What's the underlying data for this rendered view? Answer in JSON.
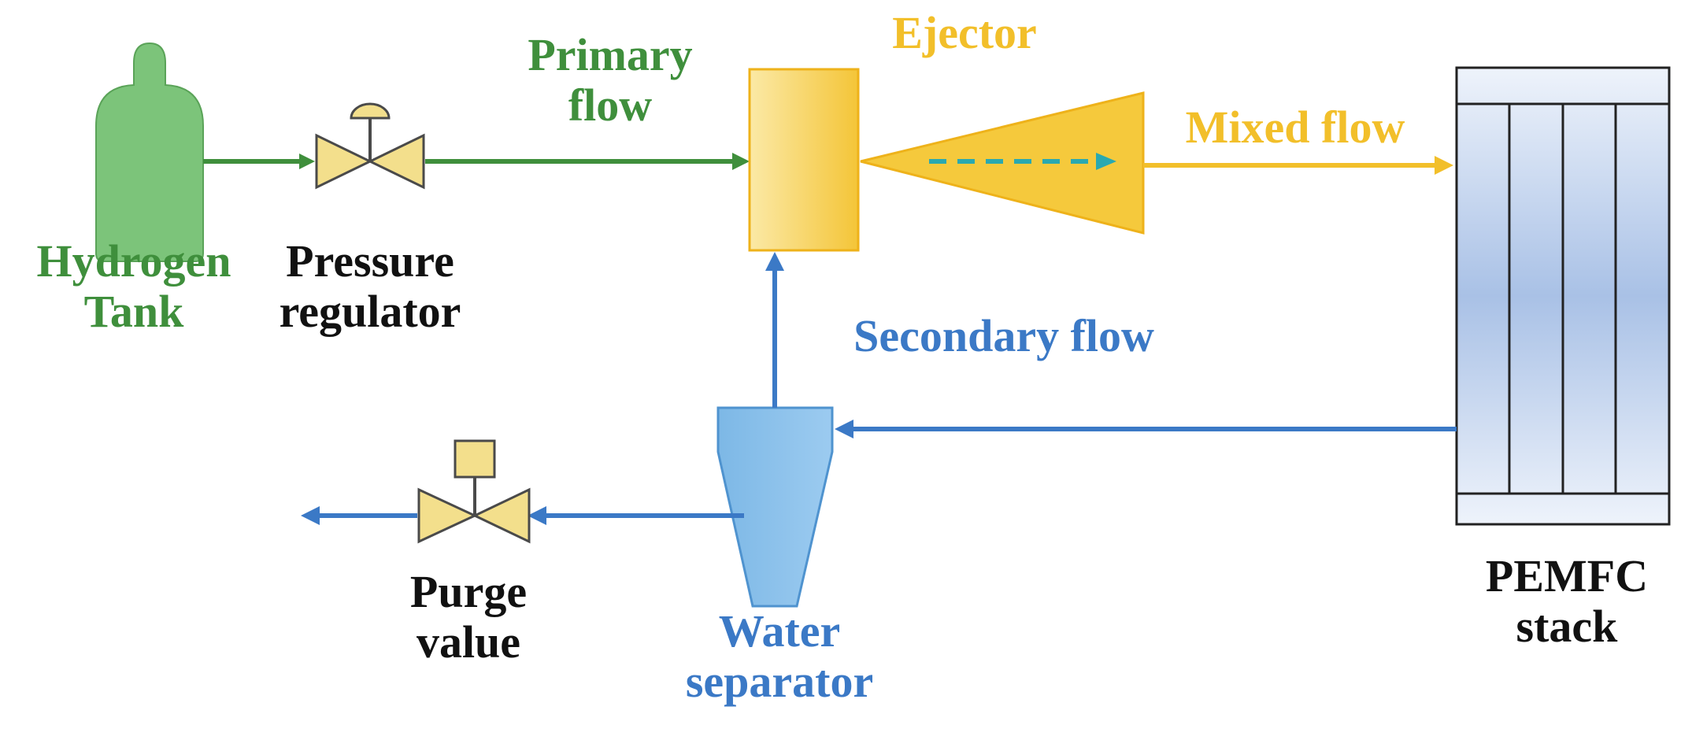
{
  "colors": {
    "hydrogen": "#3f8f3c",
    "ejector": "#f2bf2a",
    "secondary": "#3b79c6",
    "text_dark": "#111111",
    "tank_fill": "#7cc47a",
    "valve_fill": "#f3df8c",
    "valve_stroke": "#4a4a4a",
    "separator_fill": "#86bfe9",
    "stack_stroke": "#222222"
  },
  "labels": {
    "hydrogen_tank": [
      "Hydrogen",
      "Tank"
    ],
    "pressure_regulator": [
      "Pressure",
      "regulator"
    ],
    "primary_flow": [
      "Primary",
      "flow"
    ],
    "ejector": "Ejector",
    "mixed_flow": "Mixed flow",
    "secondary_flow": "Secondary flow",
    "purge_value": [
      "Purge",
      "value"
    ],
    "water_separator": [
      "Water",
      "separator"
    ],
    "pemfc_stack": [
      "PEMFC",
      "stack"
    ]
  },
  "components": [
    {
      "id": "hydrogen-tank",
      "icon": "gas-cylinder-icon"
    },
    {
      "id": "pressure-regulator",
      "icon": "regulator-valve-icon"
    },
    {
      "id": "ejector",
      "icon": "ejector-nozzle-icon"
    },
    {
      "id": "pemfc-stack",
      "icon": "fuel-cell-stack-icon"
    },
    {
      "id": "water-separator",
      "icon": "cyclone-separator-icon"
    },
    {
      "id": "purge-valve",
      "icon": "solenoid-valve-icon"
    }
  ]
}
